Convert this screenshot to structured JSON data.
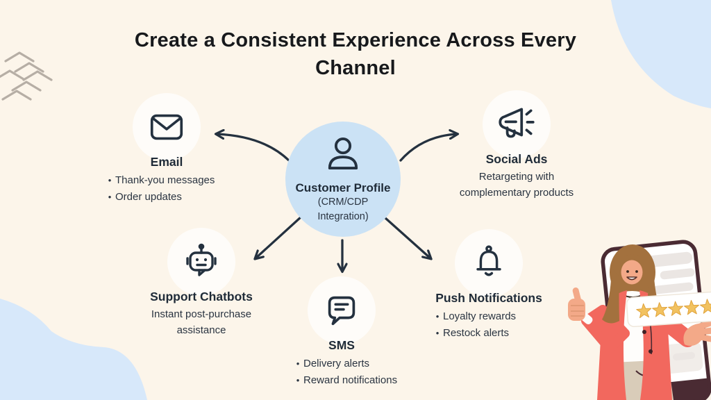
{
  "title": "Create a Consistent Experience Across Every Channel",
  "center_node": {
    "icon": "person-icon",
    "title": "Customer Profile",
    "subtitle": "(CRM/CDP Integration)"
  },
  "channels": {
    "email": {
      "label": "Email",
      "icon": "envelope-icon",
      "bullets": [
        "Thank-you messages",
        "Order updates"
      ]
    },
    "social_ads": {
      "label": "Social Ads",
      "icon": "megaphone-icon",
      "description": "Retargeting with complementary products"
    },
    "support_chatbots": {
      "label": "Support Chatbots",
      "icon": "robot-icon",
      "description": "Instant post-purchase assistance"
    },
    "sms": {
      "label": "SMS",
      "icon": "chat-bubble-icon",
      "bullets": [
        "Delivery alerts",
        "Reward notifications"
      ]
    },
    "push_notifications": {
      "label": "Push Notifications",
      "icon": "bell-icon",
      "bullets": [
        "Loyalty rewards",
        "Restock alerts"
      ]
    }
  },
  "illustration": {
    "name": "woman-five-star-review",
    "star_count": 5
  },
  "colors": {
    "background": "#FCF5EA",
    "blob_blue": "#D7E8FA",
    "center_circle_blue": "#CBE2F5",
    "ink": "#24313F",
    "title_ink": "#17191C",
    "jacket_red": "#F2685E",
    "skin": "#F3A988",
    "hair_brown": "#A3713E",
    "star_gold": "#F2C260",
    "phone_frame": "#4A2B33"
  }
}
